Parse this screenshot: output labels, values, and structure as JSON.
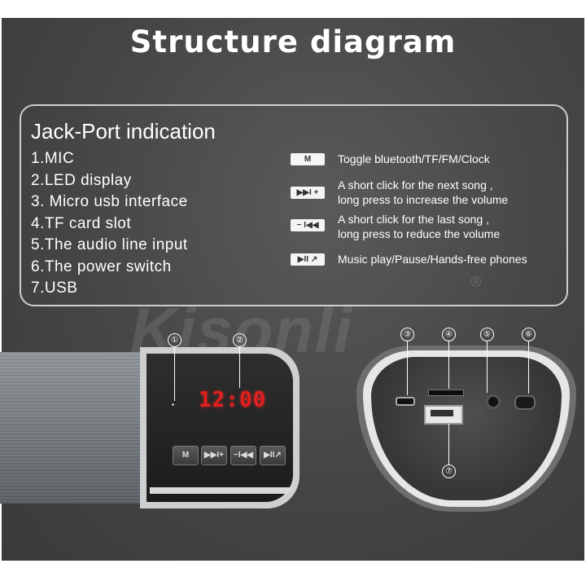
{
  "title": "Structure diagram",
  "jack_port": {
    "heading": "Jack-Port indication",
    "items": [
      "1.MIC",
      "2.LED display",
      "3. Micro usb interface",
      "4.TF card slot",
      "5.The audio line input",
      "6.The power switch",
      "7.USB"
    ]
  },
  "keys": [
    {
      "glyph": "M",
      "icon": "mode-button-icon",
      "desc_line1": "Toggle bluetooth/TF/FM/Clock",
      "desc_line2": ""
    },
    {
      "glyph": "▶▶I +",
      "icon": "next-volume-up-icon",
      "desc_line1": "A short click for the next song ,",
      "desc_line2": "long press to increase the volume"
    },
    {
      "glyph": "− I◀◀",
      "icon": "previous-volume-down-icon",
      "desc_line1": "A short click for the last song ,",
      "desc_line2": "long press to reduce the volume"
    },
    {
      "glyph": "▶II ↗",
      "icon": "play-pause-phone-icon",
      "desc_line1": "Music play/Pause/Hands-free phones",
      "desc_line2": ""
    }
  ],
  "watermark": "Kisonli",
  "watermark_mark": "®",
  "display_time": "12:00",
  "front_buttons": [
    "M",
    "▶▶I+",
    "−I◀◀",
    "▶II↗"
  ],
  "callouts": [
    "①",
    "②",
    "③",
    "④",
    "⑤",
    "⑥",
    "⑦"
  ],
  "colors": {
    "background": "#454545",
    "led": "#e41f1f",
    "text": "#ffffff"
  }
}
